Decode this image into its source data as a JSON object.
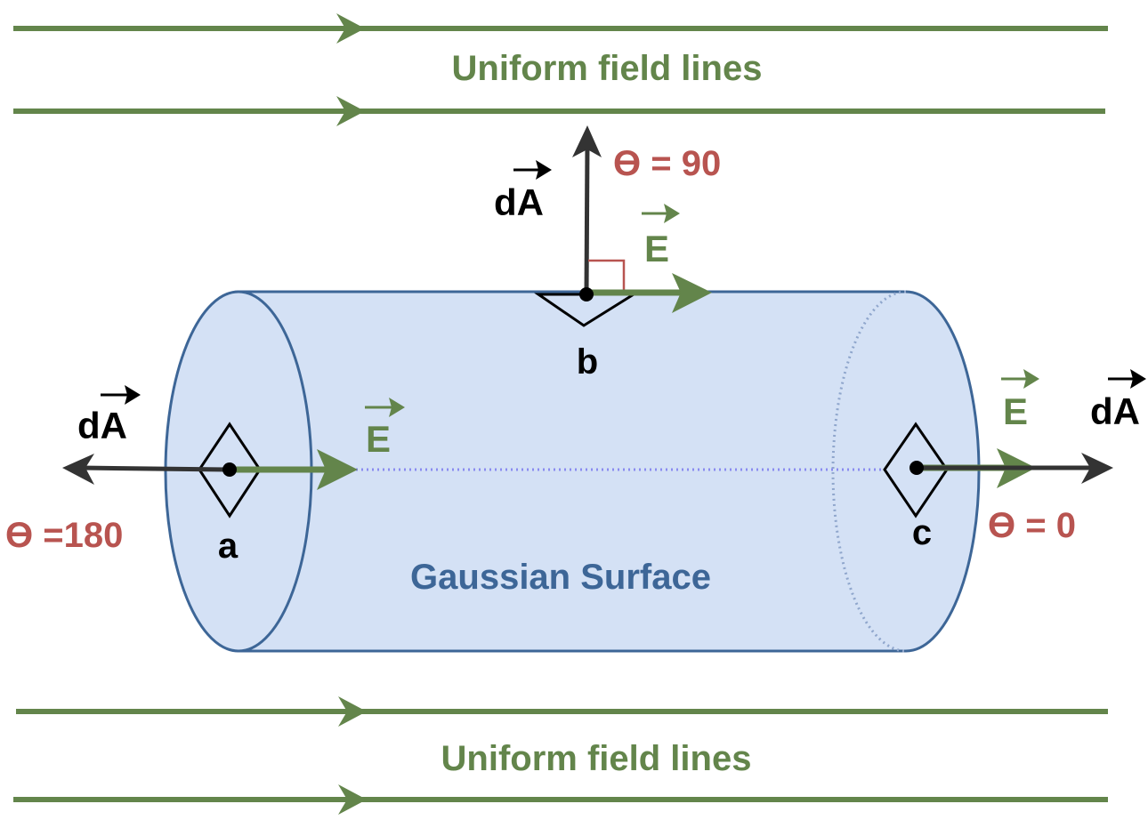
{
  "diagram": {
    "title": "Gaussian surface in a uniform electric field",
    "colors": {
      "field_green": "#63854B",
      "surface_fill": "#D4E1F5",
      "surface_stroke": "#3D6697",
      "angle_red": "#B85450",
      "vector_black": "#333333",
      "axis_dotted": "#8A8AF0"
    },
    "field_lines": {
      "top_label": "Uniform field lines",
      "bottom_label": "Uniform field lines",
      "count_top": 2,
      "count_bottom": 2,
      "direction": "right"
    },
    "surface": {
      "label": "Gaussian Surface",
      "shape": "cylinder"
    },
    "points": [
      {
        "id": "a",
        "label": "a",
        "location": "left end cap",
        "area_vector_label": "dA",
        "field_vector_label": "E",
        "area_vector_direction": "left",
        "field_vector_direction": "right",
        "angle_label": "ϴ =180"
      },
      {
        "id": "b",
        "label": "b",
        "location": "curved side (top)",
        "area_vector_label": "dA",
        "field_vector_label": "E",
        "area_vector_direction": "up",
        "field_vector_direction": "right",
        "angle_label": "ϴ = 90",
        "right_angle_marker": true
      },
      {
        "id": "c",
        "label": "c",
        "location": "right end cap",
        "area_vector_label": "dA",
        "field_vector_label": "E",
        "area_vector_direction": "right",
        "field_vector_direction": "right",
        "angle_label": "ϴ = 0"
      }
    ]
  }
}
